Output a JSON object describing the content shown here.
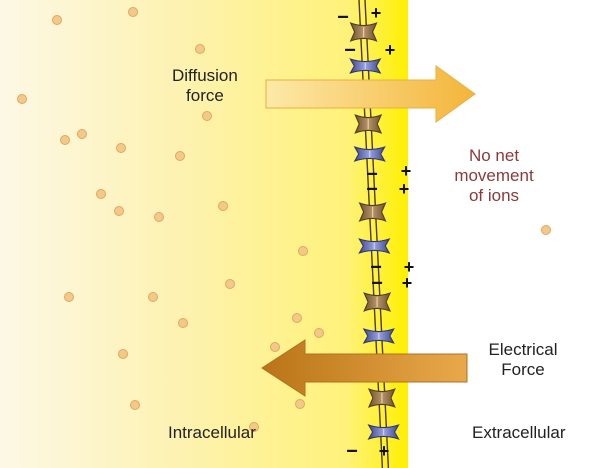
{
  "labels": {
    "diffusion_line1": "Diffusion",
    "diffusion_line2": "force",
    "no_net_line1": "No net",
    "no_net_line2": "movement",
    "no_net_line3": "of ions",
    "electrical_line1": "Electrical",
    "electrical_line2": "Force",
    "intracellular": "Intracellular",
    "extracellular": "Extracellular"
  },
  "charges": {
    "minus": "−",
    "plus": "+"
  },
  "colors": {
    "cytoplasm_gradient_start": "#fdf6dc",
    "cytoplasm_gradient_end": "#fff000",
    "ion_dot": "#f2c98a",
    "diffusion_arrow": "#f5b93a",
    "electrical_arrow": "#c9801c",
    "channel_brown": "#8a6b45",
    "channel_blue": "#5a63a8",
    "no_net_text": "#8a3a3a"
  }
}
